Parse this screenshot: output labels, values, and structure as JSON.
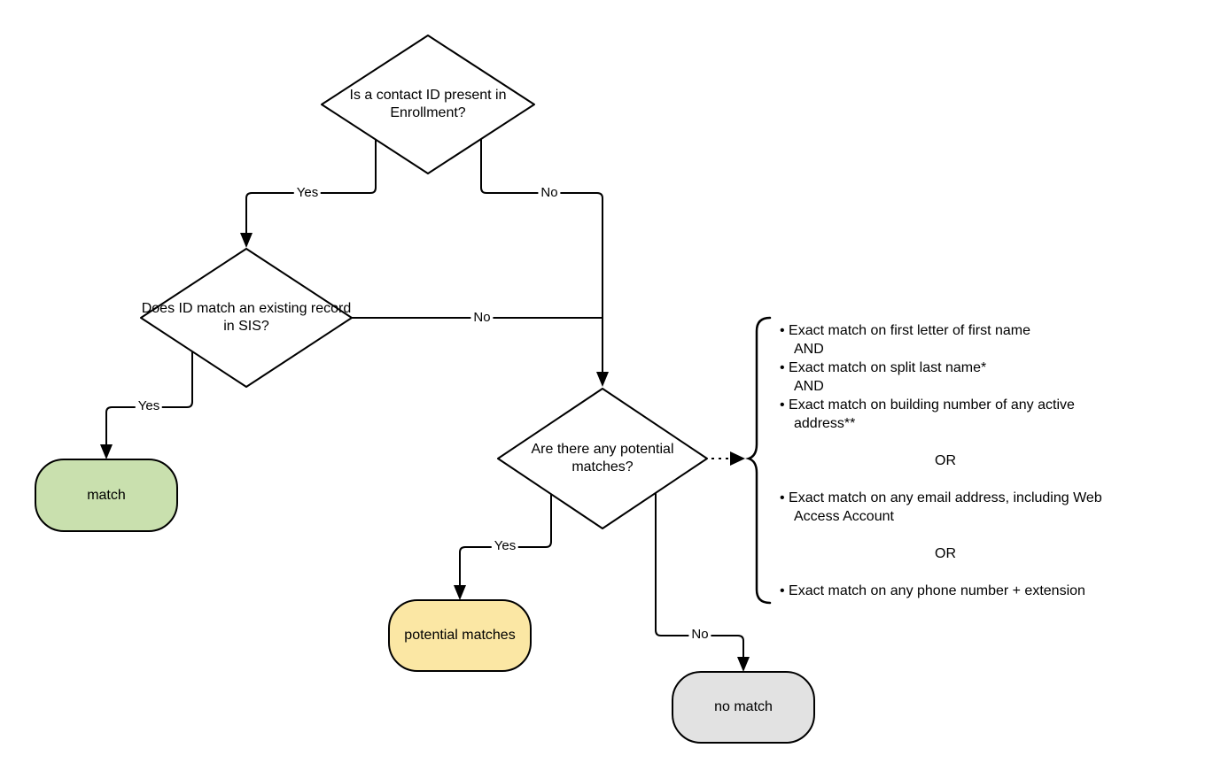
{
  "diagram": {
    "background_color": "#ffffff",
    "line_color": "#000000",
    "nodes": {
      "enrollment_decision": {
        "label": "Is a contact ID present in Enrollment?",
        "fill": "#ffffff"
      },
      "sis_decision": {
        "label": "Does ID match an existing record in SIS?",
        "fill": "#ffffff"
      },
      "potential_decision": {
        "label": "Are there any potential matches?",
        "fill": "#ffffff"
      },
      "match": {
        "label": "match",
        "fill": "#c9e0ae"
      },
      "potential_matches": {
        "label": "potential matches",
        "fill": "#fbe7a4"
      },
      "no_match": {
        "label": "no match",
        "fill": "#e2e2e2"
      }
    },
    "edges": {
      "enrollment_yes": "Yes",
      "enrollment_no": "No",
      "sis_yes": "Yes",
      "sis_no": "No",
      "potential_yes": "Yes",
      "potential_no": "No"
    },
    "criteria": {
      "bullet_glyph": "•",
      "items": [
        {
          "type": "bullet",
          "text": "Exact match on first letter of first name"
        },
        {
          "type": "plain",
          "text": "AND"
        },
        {
          "type": "bullet",
          "text": "Exact match on split last name*"
        },
        {
          "type": "plain",
          "text": "AND"
        },
        {
          "type": "bullet",
          "text": "Exact match on building number of any active address**"
        },
        {
          "type": "or",
          "text": "OR"
        },
        {
          "type": "bullet",
          "text": "Exact match on any email address, including Web Access Account"
        },
        {
          "type": "or",
          "text": "OR"
        },
        {
          "type": "bullet",
          "text": "Exact match on any phone number + extension"
        }
      ]
    }
  }
}
